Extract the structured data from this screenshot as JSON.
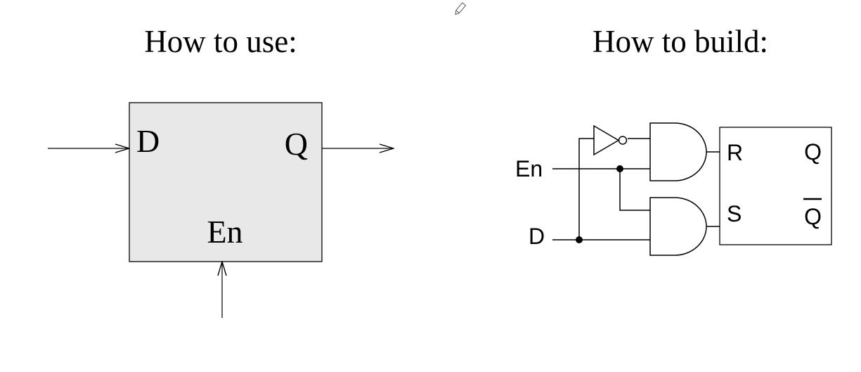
{
  "left_panel": {
    "title": "How to use:",
    "block": {
      "input_label": "D",
      "output_label": "Q",
      "enable_label": "En",
      "fill_color": "#e8e8e8"
    }
  },
  "right_panel": {
    "title": "How to build:",
    "inputs": {
      "enable_label": "En",
      "data_label": "D"
    },
    "sr_latch": {
      "reset_label": "R",
      "set_label": "S",
      "q_label": "Q",
      "q_bar_label": "Q"
    }
  },
  "toolbar": {
    "pencil_icon": "pencil-icon"
  }
}
